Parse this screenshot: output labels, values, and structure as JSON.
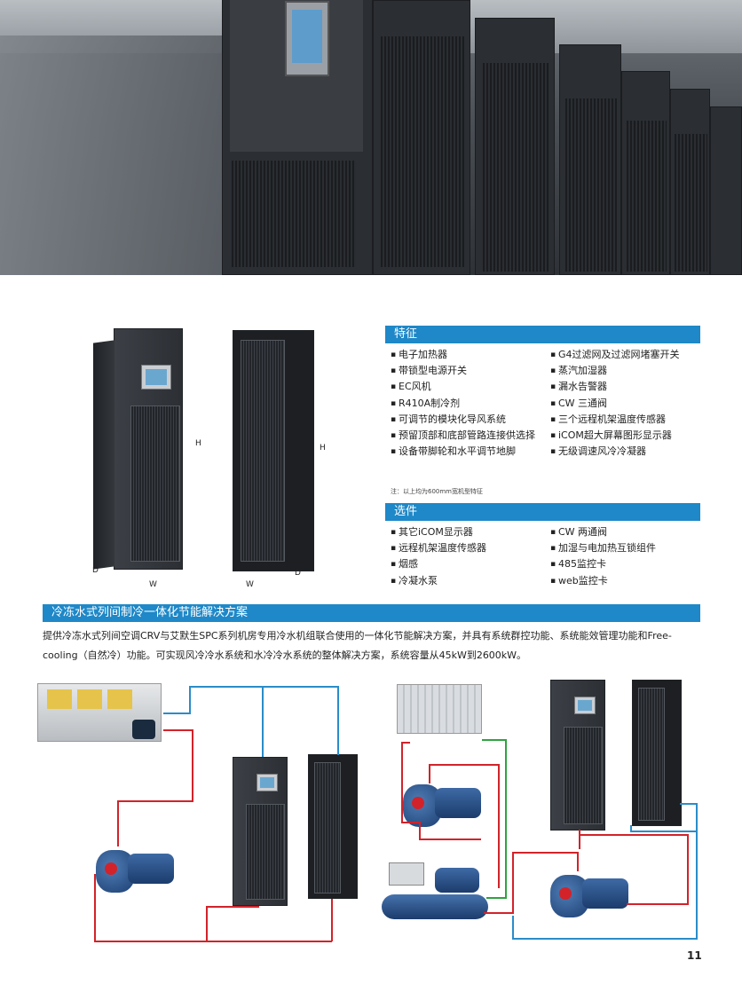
{
  "features": {
    "heading": "特征",
    "left_items": [
      "电子加热器",
      "带锁型电源开关",
      "EC风机",
      "R410A制冷剂",
      "可调节的模块化导风系统",
      "预留顶部和底部管路连接供选择",
      "设备带脚轮和水平调节地脚"
    ],
    "right_items": [
      "G4过滤网及过滤网堵塞开关",
      "蒸汽加湿器",
      "漏水告警器",
      "CW 三通阀",
      "三个远程机架温度传感器",
      "iCOM超大屏幕图形显示器",
      "无级调速风冷冷凝器"
    ],
    "note": "注：以上均为600mm宽机型特征"
  },
  "options": {
    "heading": "选件",
    "left_items": [
      "其它iCOM显示器",
      "远程机架温度传感器",
      "烟感",
      "冷凝水泵"
    ],
    "right_items": [
      "CW 两通阀",
      "加湿与电加热互锁组件",
      "485监控卡",
      "web监控卡"
    ]
  },
  "solution": {
    "heading": "冷冻水式列间制冷一体化节能解决方案",
    "paragraph": "提供冷冻水式列间空调CRV与艾默生SPC系列机房专用冷水机组联合使用的一体化节能解决方案，并具有系统群控功能、系统能效管理功能和Free-cooling（自然冷）功能。可实现风冷冷水系统和水冷冷水系统的整体解决方案，系统容量从45kW到2600kW。"
  },
  "dimensions": {
    "h": "H",
    "w": "W",
    "d": "D"
  },
  "page_number": "11",
  "colors": {
    "accent": "#1e88c8",
    "pipe_red": "#d2232a",
    "pipe_blue": "#2a8cc9",
    "pipe_green": "#2fa33f"
  }
}
